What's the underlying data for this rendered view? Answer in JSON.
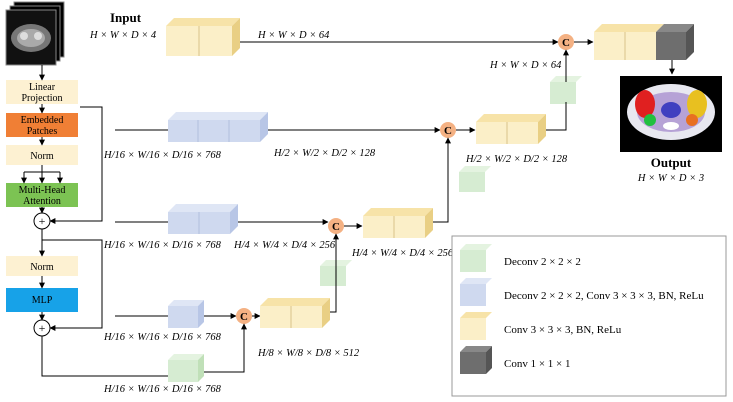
{
  "labels": {
    "input": "Input",
    "output": "Output",
    "output_dim": "H × W × D × 3"
  },
  "encoder_blocks": {
    "linear_projection": "Linear\nProjection",
    "embedded_patches": "Embedded\nPatches",
    "norm1": "Norm",
    "multi_head_attention": "Multi-Head\nAttention",
    "norm2": "Norm",
    "mlp": "MLP"
  },
  "dims": {
    "input_top": "H × W × D × 4",
    "input_64": "H × W × D × 64",
    "right_64": "H × W × D × 64",
    "skip1": "H/16 × W/16 × D/16 × 768",
    "skip1_up": "H/2 × W/2 × D/2 × 128",
    "skip1_right": "H/2 × W/2 × D/2 × 128",
    "skip2": "H/16 × W/16 × D/16 × 768",
    "skip2_up": "H/4 × W/4 × D/4 × 256",
    "skip2_right": "H/4 × W/4 × D/4 × 256",
    "skip3": "H/16 × W/16 × D/16 × 768",
    "skip3_up": "H/8 × W/8 × D/8 × 512",
    "bottom": "H/16 × W/16 × D/16 × 768"
  },
  "concat_symbol": "C",
  "add_symbol": "+",
  "legend": [
    {
      "label": "Deconv 2 × 2 × 2",
      "color": "#d6ecd2"
    },
    {
      "label": "Deconv 2 × 2 × 2, Conv 3 × 3 × 3, BN, ReLu",
      "color": "#cfd9ef"
    },
    {
      "label": "Conv 3 × 3 × 3, BN, ReLu",
      "color": "#fbefc8"
    },
    {
      "label": "Conv 1 × 1 × 1",
      "color": "#6e6e6e"
    }
  ],
  "colors": {
    "deconv": "#d6ecd2",
    "deconv_conv": "#cfd9ef",
    "conv": "#fbefc8",
    "conv1": "#6e6e6e",
    "embedded_patches": "#f07f35",
    "multi_head_attention": "#7cc353",
    "mlp": "#17a2e8",
    "encoder_box": "#fdf1d2",
    "concat": "#f4b183"
  }
}
